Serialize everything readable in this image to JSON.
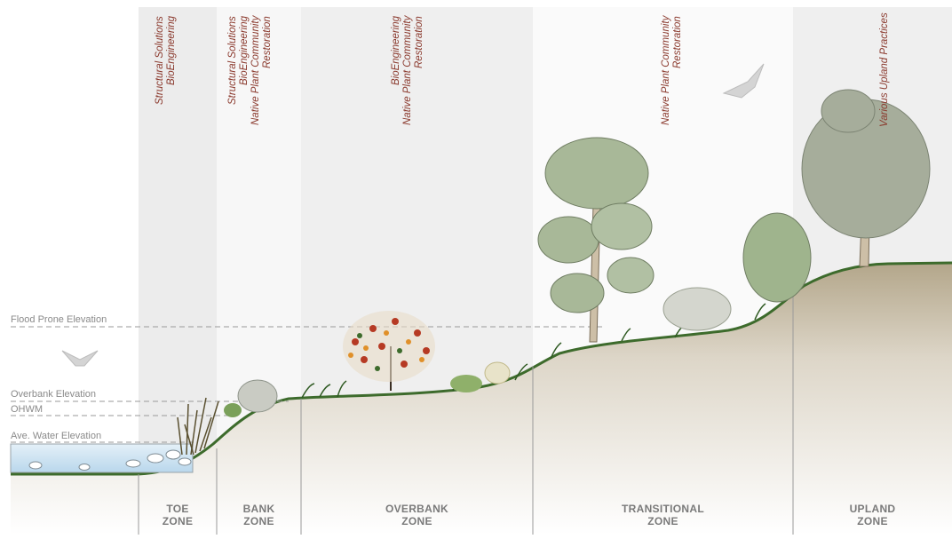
{
  "zones": [
    {
      "id": "toe",
      "line1": "TOE",
      "line2": "ZONE"
    },
    {
      "id": "bank",
      "line1": "BANK",
      "line2": "ZONE"
    },
    {
      "id": "overbank",
      "line1": "OVERBANK",
      "line2": "ZONE"
    },
    {
      "id": "transitional",
      "line1": "TRANSITIONAL",
      "line2": "ZONE"
    },
    {
      "id": "upland",
      "line1": "UPLAND",
      "line2": "ZONE"
    }
  ],
  "practices": {
    "toe": [
      "Structural Solutions",
      "BioEngineering"
    ],
    "bank": [
      "Structural Solutions",
      "BioEngineering",
      "Native Plant Community",
      "Restoration"
    ],
    "overbank": [
      "BioEngineering",
      "Native Plant Community",
      "Restoration"
    ],
    "transitional": [
      "Native Plant Community",
      "Restoration"
    ],
    "upland": [
      "Various Upland Practices"
    ]
  },
  "elevations": {
    "flood_prone": "Flood Prone Elevation",
    "overbank": "Overbank Elevation",
    "ohwm": "OHWM",
    "ave_water": "Ave. Water Elevation"
  },
  "colors": {
    "practice_text": "#8b3a2e",
    "ground_top": "#b9ad93",
    "grass": "#3d6b2c",
    "water": "#cfe4f2",
    "panel": "#ececec"
  }
}
